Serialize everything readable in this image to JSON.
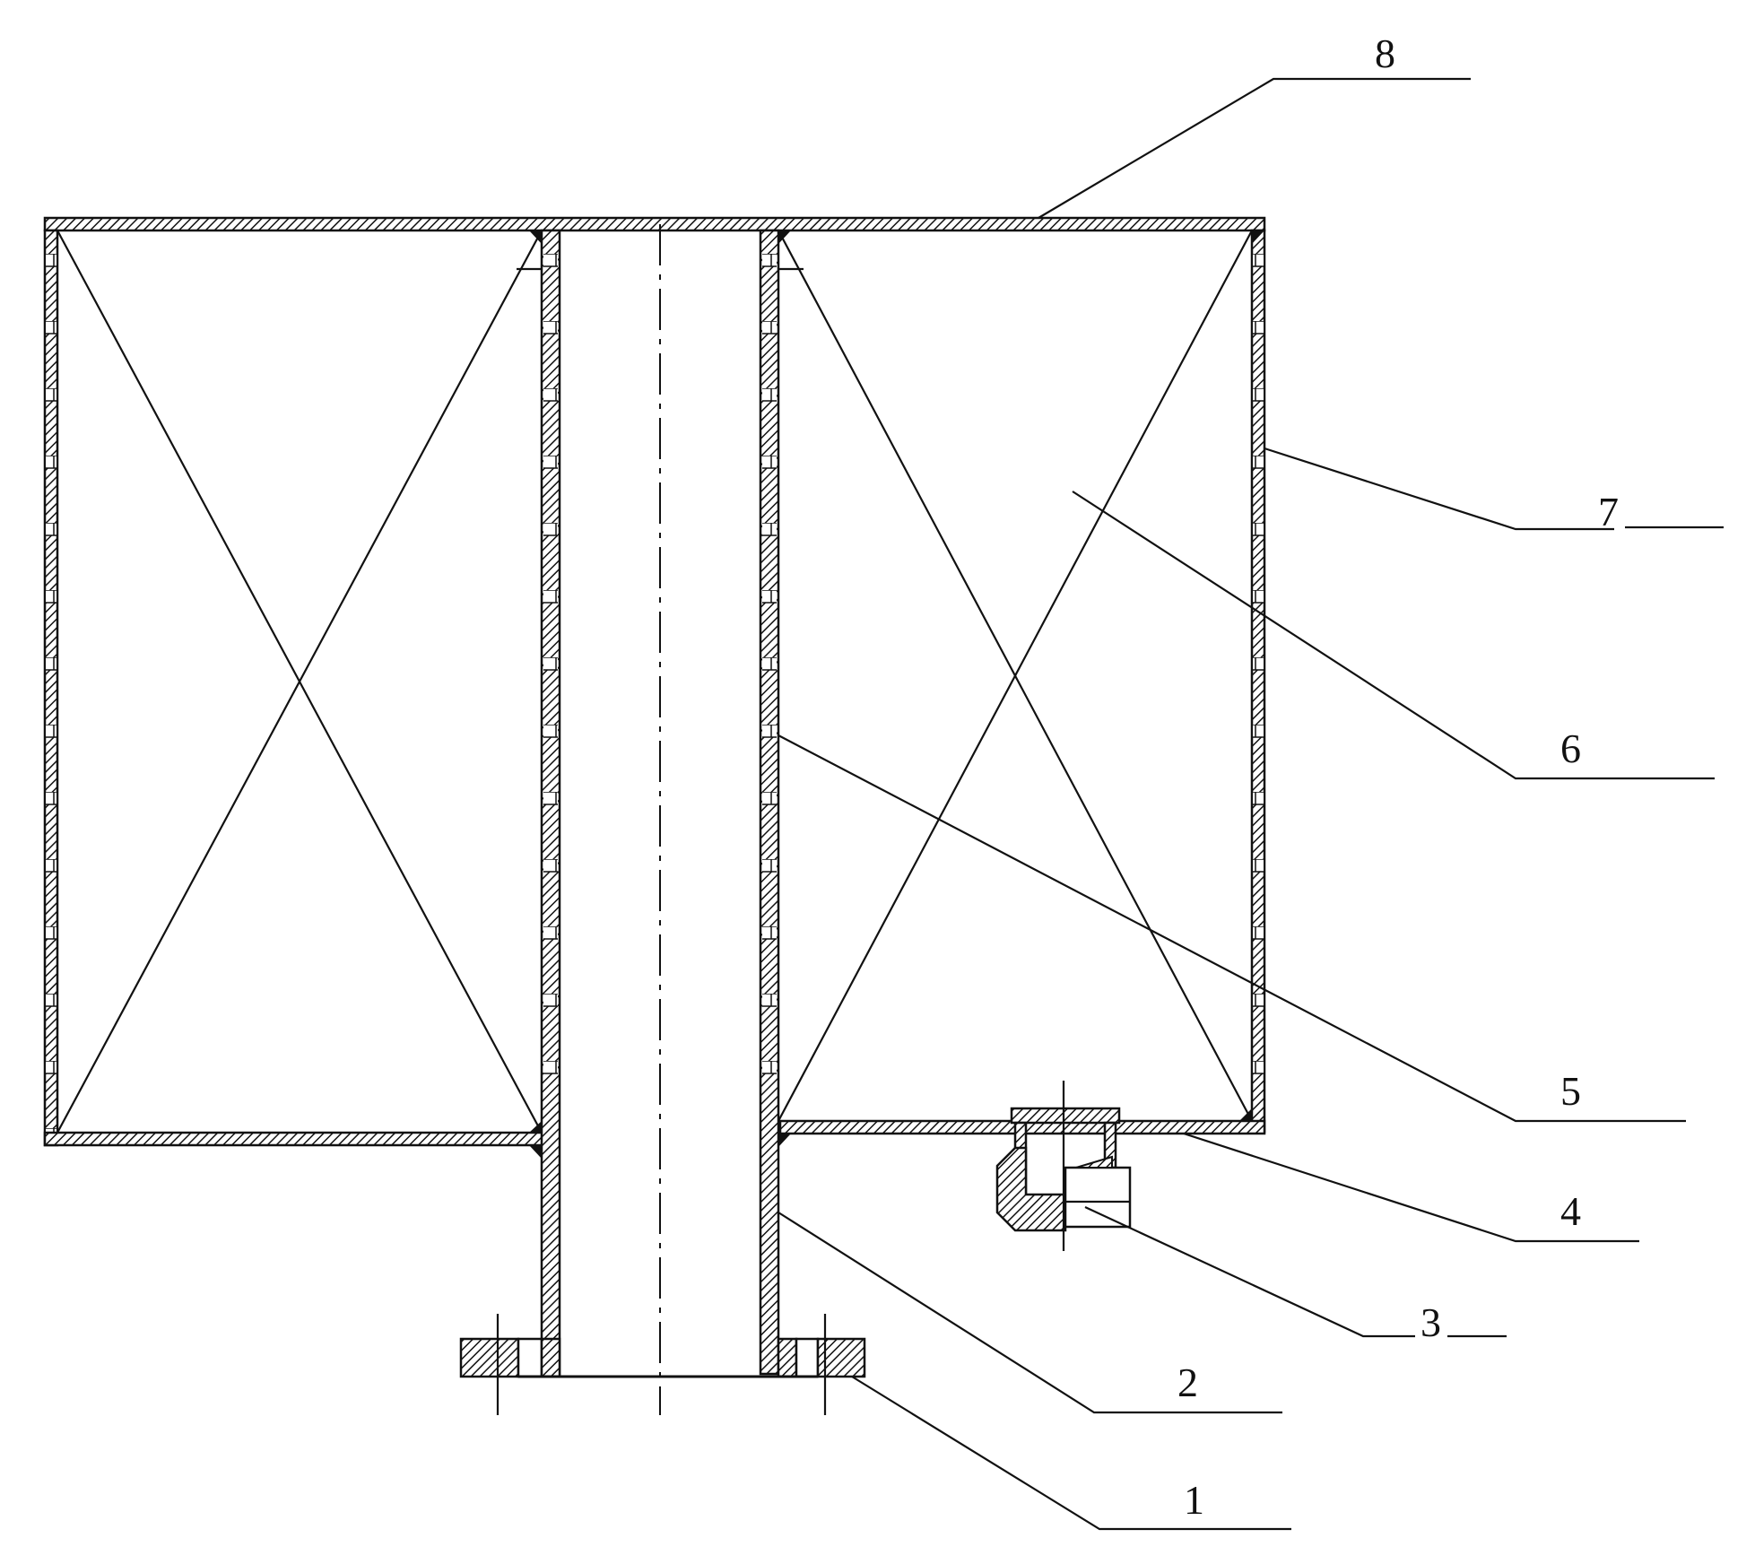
{
  "labels": {
    "l1": "1",
    "l2": "2",
    "l3": "3",
    "l4": "4",
    "l5": "5",
    "l6": "6",
    "l7": "7",
    "l8": "8"
  },
  "colors": {
    "ink": "#111111",
    "paper": "#ffffff"
  }
}
